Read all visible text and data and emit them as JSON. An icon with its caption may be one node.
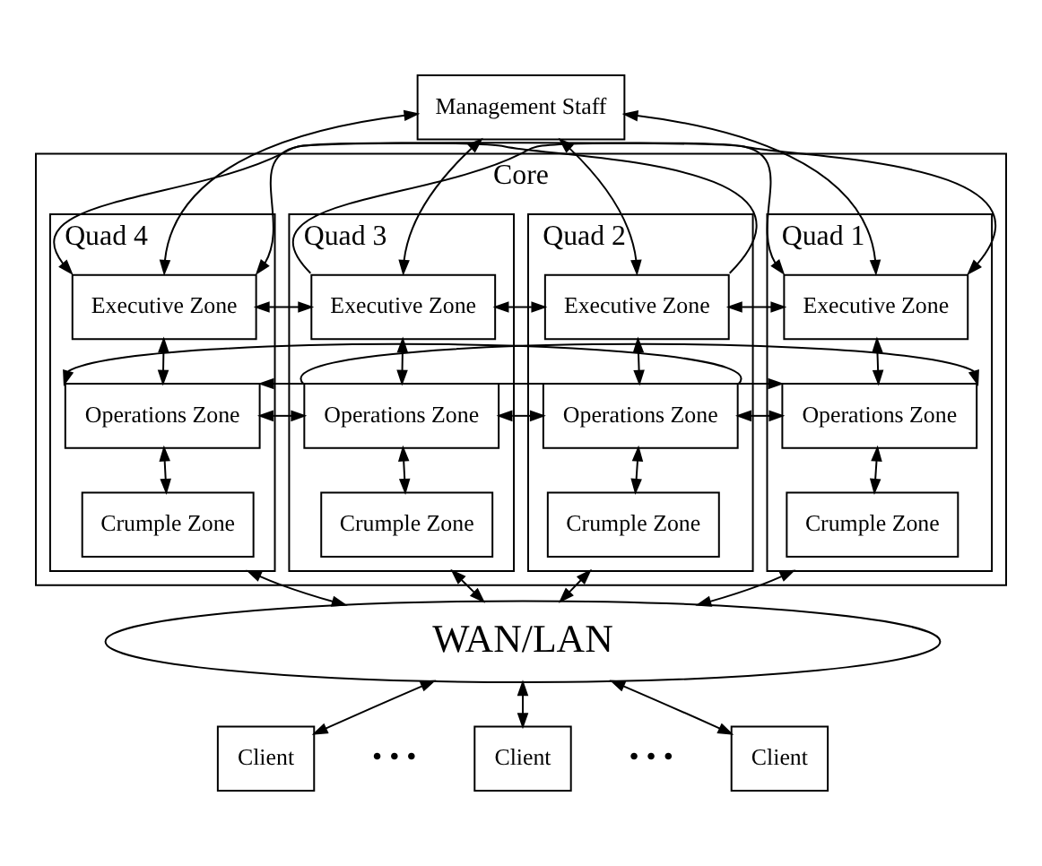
{
  "diagram": {
    "nodes": [
      {
        "text": [
          "Management Staff"
        ]
      },
      {
        "text": [
          "Core"
        ]
      },
      {
        "text": [
          "Quad 1"
        ],
        "in": 1
      },
      {
        "text": [
          "Executive Zone"
        ],
        "in": 2
      },
      {
        "text": [
          "Operations Zone"
        ],
        "in": 2
      },
      {
        "text": [
          "Crumple Zone"
        ],
        "in": 2
      },
      {
        "text": [
          "Quad 2"
        ],
        "in": 1
      },
      {
        "text": [
          "Executive Zone"
        ],
        "in": 6
      },
      {
        "text": [
          "Operations Zone"
        ],
        "in": 6
      },
      {
        "text": [
          "Crumple Zone"
        ],
        "in": 6
      },
      {
        "text": [
          "Quad 3"
        ],
        "in": 1
      },
      {
        "text": [
          "Executive Zone"
        ],
        "in": 10
      },
      {
        "text": [
          "Operations Zone"
        ],
        "in": 10
      },
      {
        "text": [
          "Crumple Zone"
        ],
        "in": 10
      },
      {
        "text": [
          "Quad 4"
        ],
        "in": 1
      },
      {
        "text": [
          "Executive Zone"
        ],
        "in": 14
      },
      {
        "text": [
          "Operations Zone"
        ],
        "in": 14
      },
      {
        "text": [
          "Crumple Zone"
        ],
        "in": 14
      },
      {
        "text": [
          "WAN/LAN"
        ]
      },
      {
        "text": [
          "Client"
        ]
      },
      {
        "text": [
          "Client"
        ]
      },
      {
        "text": [
          "Client"
        ]
      }
    ],
    "edges": [
      {
        "from": 0,
        "to": 3,
        "arrow": "both"
      },
      {
        "from": 0,
        "to": 7,
        "arrow": "both"
      },
      {
        "from": 0,
        "to": 11,
        "arrow": "both"
      },
      {
        "from": 0,
        "to": 15,
        "arrow": "both"
      },
      {
        "from": 3,
        "to": 4,
        "arrow": "both"
      },
      {
        "from": 4,
        "to": 5,
        "arrow": "both"
      },
      {
        "from": 7,
        "to": 8,
        "arrow": "both"
      },
      {
        "from": 8,
        "to": 9,
        "arrow": "both"
      },
      {
        "from": 11,
        "to": 12,
        "arrow": "both"
      },
      {
        "from": 12,
        "to": 13,
        "arrow": "both"
      },
      {
        "from": 15,
        "to": 16,
        "arrow": "both"
      },
      {
        "from": 16,
        "to": 17,
        "arrow": "both"
      },
      {
        "from": 3,
        "to": 7,
        "arrow": "both"
      },
      {
        "from": 7,
        "to": 11,
        "arrow": "both"
      },
      {
        "from": 11,
        "to": 15,
        "arrow": "both"
      },
      {
        "from": 11,
        "to": 3,
        "arrow": "to"
      },
      {
        "from": 3,
        "to": 15,
        "arrow": "both"
      },
      {
        "from": 7,
        "to": 15,
        "arrow": "to"
      },
      {
        "from": 4,
        "to": 8,
        "arrow": "both"
      },
      {
        "from": 8,
        "to": 12,
        "arrow": "both"
      },
      {
        "from": 12,
        "to": 16,
        "arrow": "both"
      },
      {
        "from": 12,
        "to": 4,
        "arrow": "to"
      },
      {
        "from": 4,
        "to": 16,
        "arrow": "both"
      },
      {
        "from": 8,
        "to": 16,
        "arrow": "to"
      },
      {
        "from": 2,
        "to": 18,
        "arrow": "both"
      },
      {
        "from": 6,
        "to": 18,
        "arrow": "both"
      },
      {
        "from": 10,
        "to": 18,
        "arrow": "both"
      },
      {
        "from": 14,
        "to": 18,
        "arrow": "both"
      },
      {
        "from": 18,
        "to": 19,
        "arrow": "both"
      },
      {
        "from": 18,
        "to": 20,
        "arrow": "both"
      },
      {
        "from": 18,
        "to": 21,
        "arrow": "both"
      }
    ],
    "labels": [
      "• • •",
      "• • •"
    ]
  }
}
